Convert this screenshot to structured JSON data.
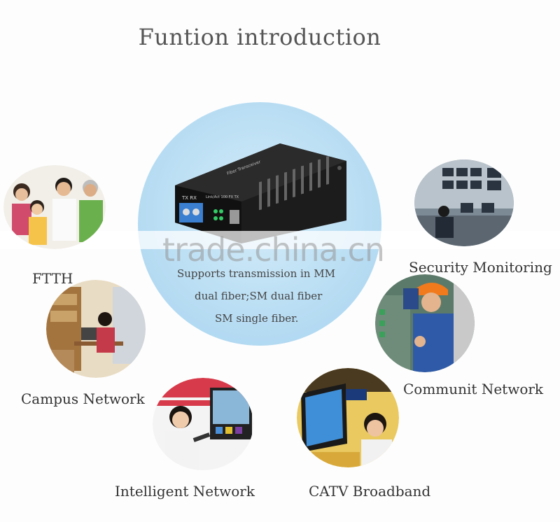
{
  "title": "Funtion introduction",
  "center": {
    "line1": "Supports transmission in MM",
    "line2": "dual fiber;SM dual fiber",
    "line3": "SM single fiber."
  },
  "device": {
    "brand_text": "Fiber Transceiver",
    "ports": "TX   RX",
    "leds": "Link/Act  100  FX  TX"
  },
  "watermark": "trade.china.cn",
  "labels": {
    "ftth": "FTTH",
    "security": "Security Monitoring",
    "campus": "Campus Network",
    "communit": "Communit Network",
    "intelligent": "Intelligent Network",
    "catv": "CATV Broadband"
  }
}
